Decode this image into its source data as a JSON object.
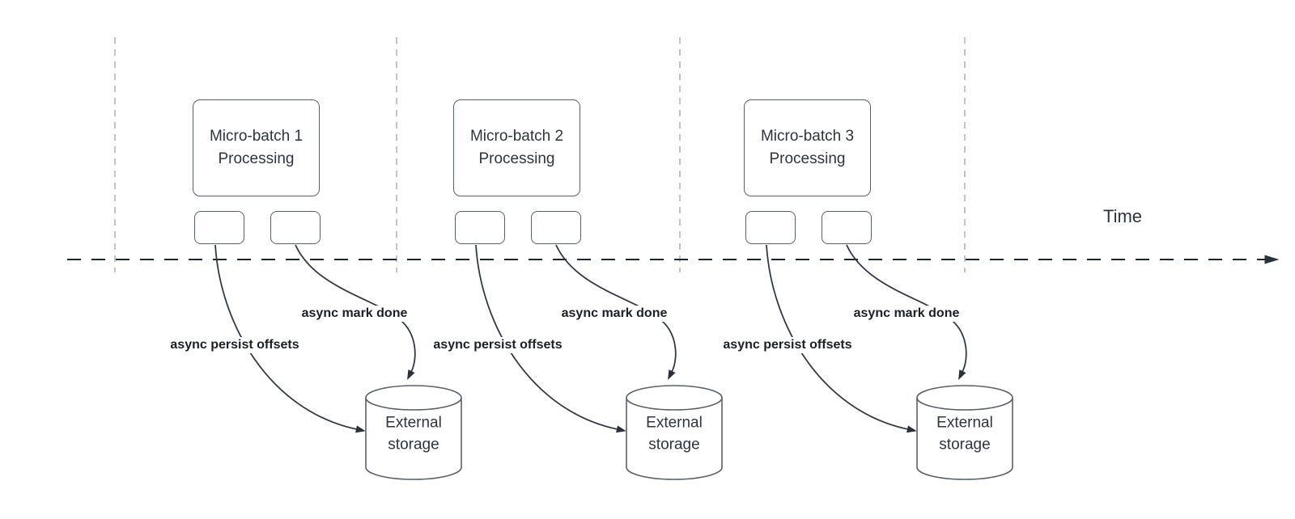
{
  "time_axis": {
    "label": "Time"
  },
  "groups": [
    {
      "process_box": "Micro-batch 1\nProcessing",
      "persist_arrow_label": "async persist offsets",
      "done_arrow_label": "async mark done",
      "storage": "External\nstorage"
    },
    {
      "process_box": "Micro-batch 2\nProcessing",
      "persist_arrow_label": "async persist offsets",
      "done_arrow_label": "async mark done",
      "storage": "External\nstorage"
    },
    {
      "process_box": "Micro-batch 3\nProcessing",
      "persist_arrow_label": "async persist offsets",
      "done_arrow_label": "async mark done",
      "storage": "External\nstorage"
    }
  ],
  "colors": {
    "axis_stroke": "#20262e",
    "shape_stroke": "#5a616b",
    "guide_stroke": "#b3b5b8",
    "text_color": "#2e3440",
    "label_color": "#1b2026",
    "bg_color": "#ffffff"
  }
}
